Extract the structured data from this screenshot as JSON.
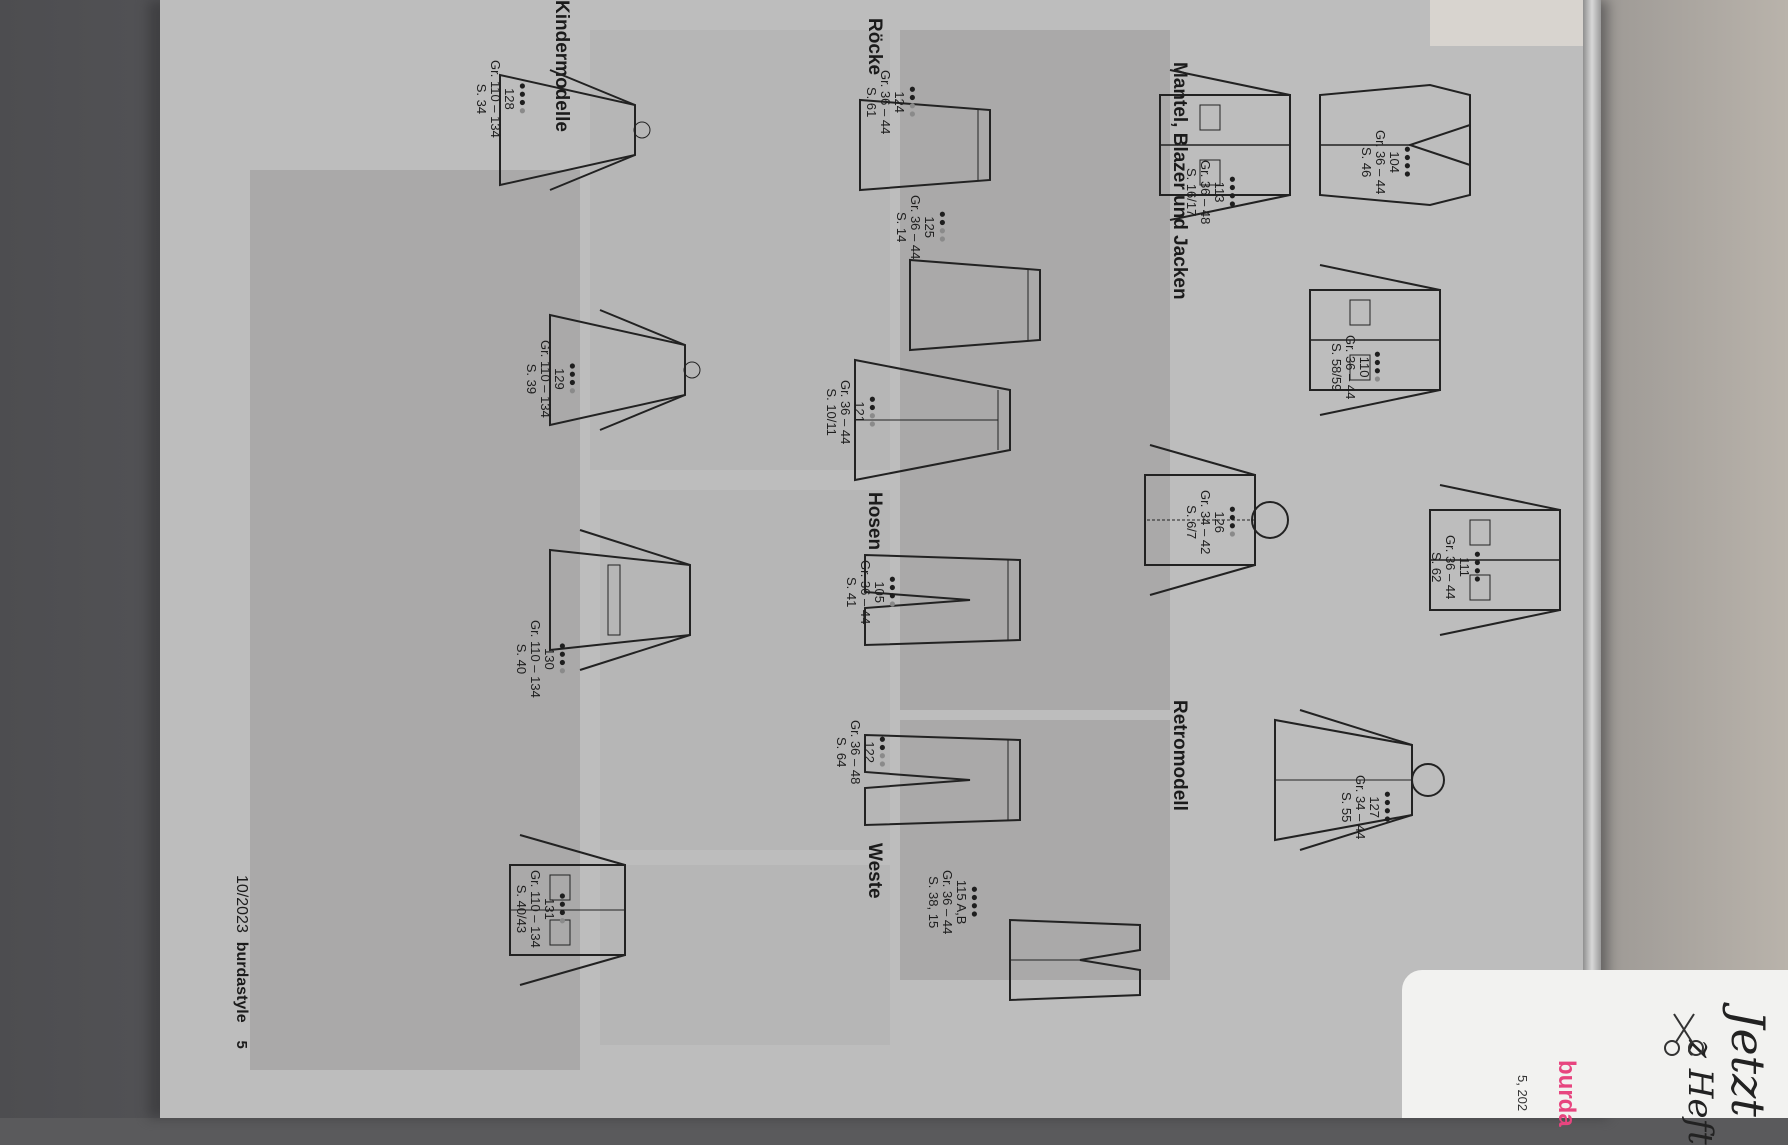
{
  "page": {
    "footer_issue": "10/2023",
    "footer_brand": "burdastyle",
    "page_number": "5"
  },
  "sections": {
    "mantel": "Mantel, Blazer und Jacken",
    "retro": "Retromodell",
    "hosen": "Hosen",
    "weste": "Weste",
    "roecke": "Röcke",
    "kinder": "Kindermodelle"
  },
  "items": [
    {
      "id": "104",
      "size": "Gr. 36 – 44",
      "page": "S. 46",
      "level": 4,
      "garment": "blazer"
    },
    {
      "id": "113",
      "size": "Gr. 36 – 48",
      "page": "S. 16/17",
      "level": 4,
      "garment": "jacket"
    },
    {
      "id": "110",
      "size": "Gr. 36 – 44",
      "page": "S. 58/59",
      "level": 3,
      "garment": "jacket"
    },
    {
      "id": "126",
      "size": "Gr. 34 – 42",
      "page": "S. 6/7",
      "level": 3,
      "garment": "hooded-jacket"
    },
    {
      "id": "111",
      "size": "Gr. 36 – 44",
      "page": "S. 62",
      "level": 4,
      "garment": "jacket"
    },
    {
      "id": "127",
      "size": "Gr. 34 – 44",
      "page": "S. 55",
      "level": 4,
      "garment": "coat"
    },
    {
      "id": "124",
      "size": "Gr. 36 – 44",
      "page": "S. 61",
      "level": 2,
      "garment": "skirt"
    },
    {
      "id": "125",
      "size": "Gr. 36 – 44",
      "page": "S. 14",
      "level": 2,
      "garment": "skirt"
    },
    {
      "id": "121",
      "size": "Gr. 36 – 44",
      "page": "S. 10/11",
      "level": 2,
      "garment": "skirt-long"
    },
    {
      "id": "105",
      "size": "Gr. 36 – 44",
      "page": "S. 41",
      "level": 3,
      "garment": "trousers"
    },
    {
      "id": "122",
      "size": "Gr. 36 – 48",
      "page": "S. 64",
      "level": 2,
      "garment": "trousers"
    },
    {
      "id": "115 A,B",
      "size": "Gr. 36 – 44",
      "page": "S. 38, 15",
      "level": 4,
      "garment": "vest"
    },
    {
      "id": "128",
      "size": "Gr. 110 – 134",
      "page": "S. 34",
      "level": 3,
      "garment": "kids-dress"
    },
    {
      "id": "129",
      "size": "Gr. 110 – 134",
      "page": "S. 39",
      "level": 3,
      "garment": "kids-dress"
    },
    {
      "id": "130",
      "size": "Gr. 110 – 134",
      "page": "S. 40",
      "level": 3,
      "garment": "kids-coat"
    },
    {
      "id": "131",
      "size": "Gr. 110 – 134",
      "page": "S. 40/43",
      "level": 3,
      "garment": "kids-jacket"
    }
  ],
  "magazine": {
    "script_line1": "Jetzt",
    "script_line2": "z Heft",
    "brand": "burda",
    "issue": "5, 202"
  },
  "colors": {
    "page": "#bdbdbd",
    "tile": "#aaa9a9",
    "ink": "#1e1e1e",
    "burda_pink": "#e7457f"
  }
}
